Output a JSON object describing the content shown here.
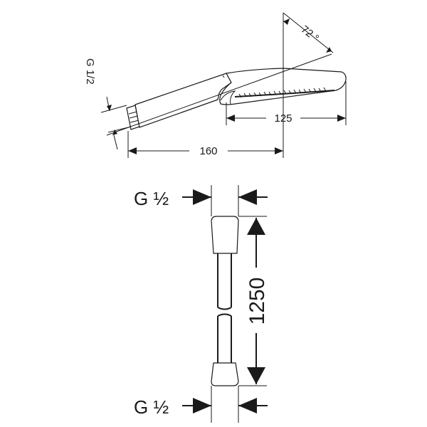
{
  "shower": {
    "angle_label": "72 °",
    "thread_label": "G 1/2",
    "head_width_label": "125",
    "total_length_label": "160"
  },
  "hose": {
    "top_thread_label": "G ½",
    "bottom_thread_label": "G ½",
    "length_label": "1250"
  },
  "colors": {
    "line": "#1a1a1a",
    "background": "#ffffff"
  }
}
